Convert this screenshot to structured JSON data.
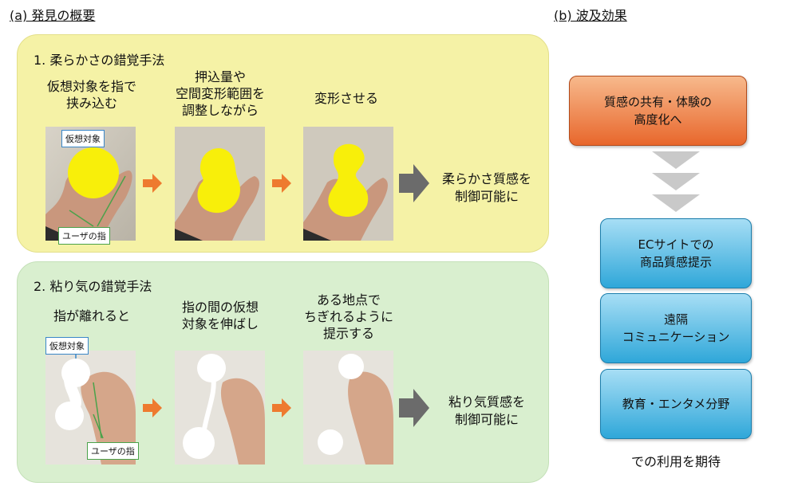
{
  "section_a": {
    "title": "(a) 発見の概要",
    "method1": {
      "title": "1. 柔らかさの錯覚手法",
      "steps": [
        {
          "line1": "仮想対象を指で",
          "line2": "挟み込む"
        },
        {
          "line1": "押込量や",
          "line2": "空間変形範囲を",
          "line3": "調整しながら"
        },
        {
          "line1": "変形させる"
        }
      ],
      "label_virtual": "仮想対象",
      "label_finger": "ユーザの指",
      "result": {
        "line1": "柔らかさ質感を",
        "line2": "制御可能に"
      }
    },
    "method2": {
      "title": "2. 粘り気の錯覚手法",
      "steps": [
        {
          "line1": "指が離れると"
        },
        {
          "line1": "指の間の仮想",
          "line2": "対象を伸ばし"
        },
        {
          "line1": "ある地点で",
          "line2": "ちぎれるように",
          "line3": "提示する"
        }
      ],
      "label_virtual": "仮想対象",
      "label_finger": "ユーザの指",
      "result": {
        "line1": "粘り気質感を",
        "line2": "制御可能に"
      }
    }
  },
  "section_b": {
    "title": "(b) 波及効果",
    "top": {
      "line1": "質感の共有・体験の",
      "line2": "高度化へ"
    },
    "items": [
      {
        "line1": "ECサイトでの",
        "line2": "商品質感提示"
      },
      {
        "line1": "遠隔",
        "line2": "コミュニケーション"
      },
      {
        "line1": "教育・エンタメ分野"
      }
    ],
    "footer": "での利用を期待"
  },
  "colors": {
    "panel1": "#f5f2a6",
    "panel2": "#d9efcf",
    "virtual_object": "#f8ef0a",
    "orange_arrow": "#ee7a2f",
    "gray_arrow": "#6b6b6b"
  }
}
